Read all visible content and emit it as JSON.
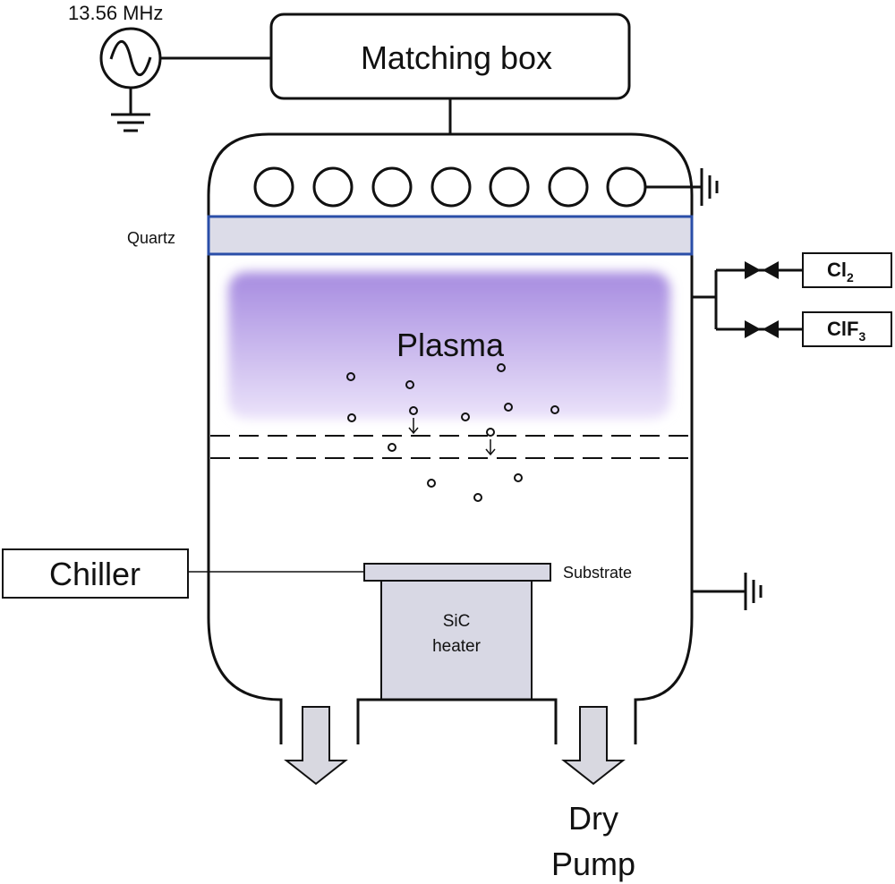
{
  "labels": {
    "rf_source": "13.56 MHz",
    "matching_box": "Matching box",
    "quartz": "Quartz",
    "plasma": "Plasma",
    "gas_1_main": "Cl",
    "gas_1_sub": "2",
    "gas_2_main": "ClF",
    "gas_2_sub": "3",
    "chiller": "Chiller",
    "substrate": "Substrate",
    "heater_line1": "SiC",
    "heater_line2": "heater",
    "pump_line1": "Dry",
    "pump_line2": "Pump"
  },
  "colors": {
    "line": "#111111",
    "quartz_fill": "#dcdce8",
    "quartz_border": "#2a4ea8",
    "plasma_top": "#a68be0",
    "plasma_bottom": "#e6ddf8",
    "heater_fill": "#d8d8e4",
    "arrow_fill": "#d8d8e0"
  }
}
